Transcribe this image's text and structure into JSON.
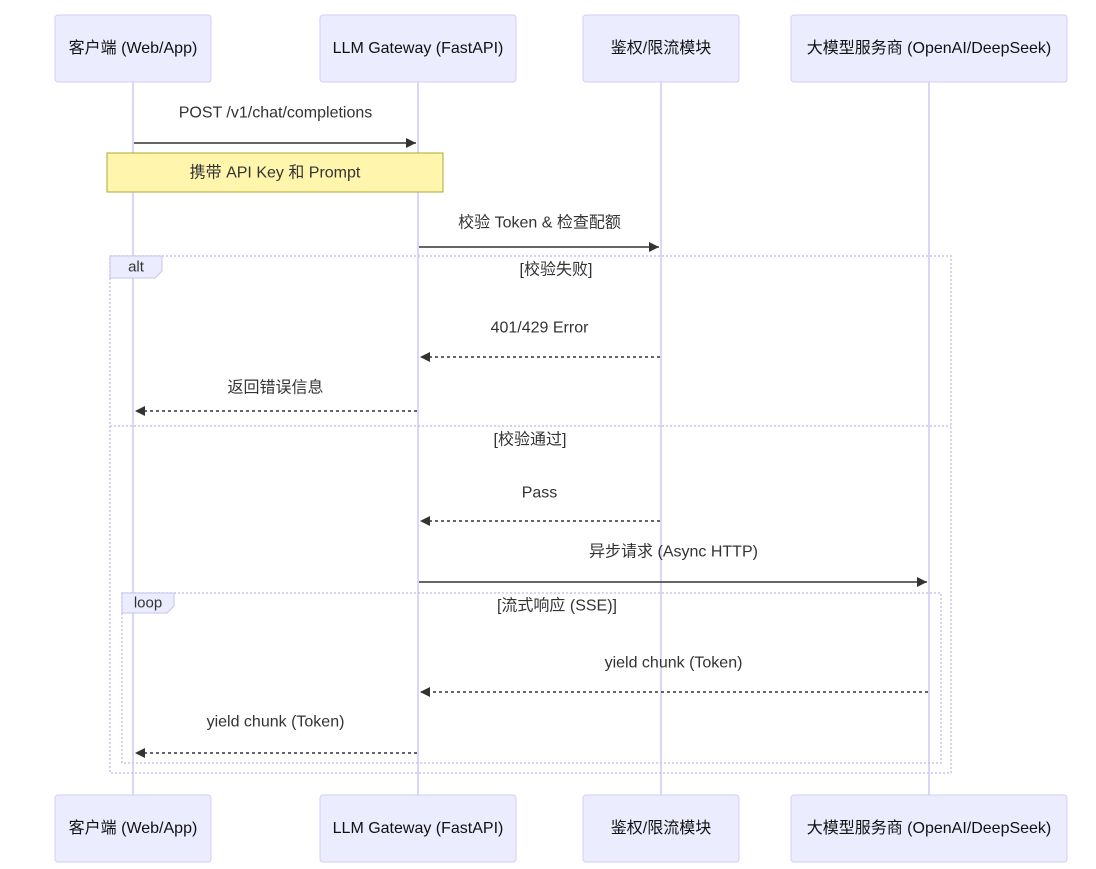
{
  "participants": [
    {
      "label": "客户端 (Web/App)"
    },
    {
      "label": "LLM Gateway (FastAPI)"
    },
    {
      "label": "鉴权/限流模块"
    },
    {
      "label": "大模型服务商 (OpenAI/DeepSeek)"
    }
  ],
  "note": {
    "text": "携带 API Key 和 Prompt"
  },
  "messages": [
    {
      "from": 0,
      "to": 1,
      "text": "POST /v1/chat/completions",
      "dashed": false
    },
    {
      "from": 1,
      "to": 2,
      "text": "校验 Token & 检查配额",
      "dashed": false
    },
    {
      "from": 2,
      "to": 1,
      "text": "401/429 Error",
      "dashed": true
    },
    {
      "from": 1,
      "to": 0,
      "text": "返回错误信息",
      "dashed": true
    },
    {
      "from": 2,
      "to": 1,
      "text": "Pass",
      "dashed": true
    },
    {
      "from": 1,
      "to": 3,
      "text": "异步请求 (Async HTTP)",
      "dashed": false
    },
    {
      "from": 3,
      "to": 1,
      "text": "yield chunk (Token)",
      "dashed": true
    },
    {
      "from": 1,
      "to": 0,
      "text": "yield chunk (Token)",
      "dashed": true
    }
  ],
  "alt": {
    "label": "alt",
    "sections": [
      {
        "condition": "[校验失败]"
      },
      {
        "condition": "[校验通过]"
      }
    ]
  },
  "loop": {
    "label": "loop",
    "condition": "[流式响应 (SSE)]"
  },
  "colors": {
    "actor_fill": "#ECECFF",
    "actor_border": "#D4CDF3",
    "lifeline": "#CFC8F2",
    "frame_border": "#C9C3EE",
    "note_fill": "#FFF5AD",
    "note_border": "#AAAA33",
    "message_line": "#333333",
    "text": "#333333"
  }
}
